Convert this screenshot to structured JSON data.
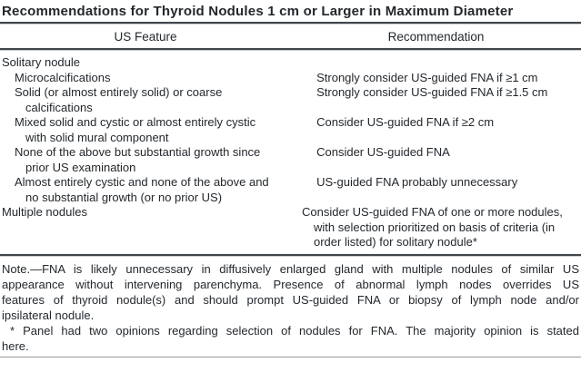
{
  "title": "Recommendations for Thyroid Nodules 1 cm or Larger in Maximum Diameter",
  "table": {
    "headers": {
      "feature": "US Feature",
      "recommendation": "Recommendation"
    },
    "rows": [
      {
        "feature": "Solitary nodule",
        "indent": 0,
        "recommendation": ""
      },
      {
        "feature": "Microcalcifications",
        "indent": 1,
        "recommendation": "Strongly consider US-guided FNA if ≥1 cm"
      },
      {
        "feature": "Solid (or almost entirely solid) or coarse calcifications",
        "indent": 1,
        "recommendation": "Strongly consider US-guided FNA if ≥1.5 cm"
      },
      {
        "feature": "Mixed solid and cystic or almost entirely cystic with solid mural component",
        "indent": 1,
        "recommendation": "Consider US-guided FNA if ≥2 cm"
      },
      {
        "feature": "None of the above but substantial growth since prior US examination",
        "indent": 1,
        "recommendation": "Consider US-guided FNA"
      },
      {
        "feature": "Almost entirely cystic and none of the above and no substantial growth (or no prior US)",
        "indent": 1,
        "recommendation": "US-guided FNA probably unnecessary"
      },
      {
        "feature": "Multiple nodules",
        "indent": 0,
        "recommendation": "Consider US-guided FNA of one or more nodules, with selection prioritized on basis of criteria (in order listed) for solitary nodule*"
      }
    ]
  },
  "note": {
    "paragraphs": [
      {
        "indent_first": false,
        "lines": [
          "Note.—FNA is likely unnecessary in diffusively enlarged gland with multiple nodules of similar US",
          "appearance without intervening parenchyma. Presence of abnormal lymph nodes overrides US",
          "features of thyroid nodule(s) and should prompt US-guided FNA or biopsy of lymph node and/or",
          "ipsilateral nodule."
        ]
      },
      {
        "indent_first": true,
        "lines": [
          "* Panel had two opinions regarding selection of nodules for FNA. The majority opinion is stated",
          "here."
        ]
      }
    ]
  },
  "colors": {
    "background": "#ffffff",
    "text": "#23282d",
    "rule_dark": "#41464b",
    "rule_light": "#969ca1"
  }
}
